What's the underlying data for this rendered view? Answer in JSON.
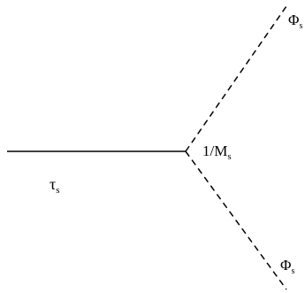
{
  "diagram": {
    "line_color": "#000000",
    "labels": {
      "tau": {
        "main": "τ",
        "sub": "s"
      },
      "vertex": {
        "main": "1/M",
        "sub": "s"
      },
      "phi_top": {
        "main": "Φ",
        "sub": "s"
      },
      "phi_bottom": {
        "main": "Φ",
        "sub": "s"
      }
    }
  }
}
